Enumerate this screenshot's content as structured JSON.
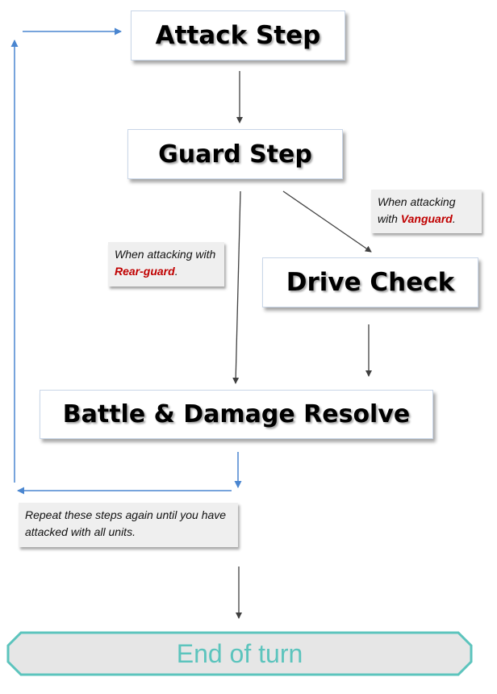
{
  "steps": {
    "attack": "Attack Step",
    "guard": "Guard Step",
    "drive_check": "Drive Check",
    "battle": "Battle & Damage Resolve",
    "end": "End of turn"
  },
  "notes": {
    "vanguard": {
      "prefix": "When attacking with ",
      "highlight": "Vanguard",
      "suffix": "."
    },
    "rearguard": {
      "prefix": "When attacking with ",
      "highlight": "Rear-guard",
      "suffix": "."
    },
    "repeat": "Repeat these steps again until you have attacked with all units."
  },
  "colors": {
    "loop_arrow": "#4a86d0",
    "flow_arrow": "#404040",
    "highlight_text": "#c00000",
    "end_text": "#5cc4bd",
    "end_border": "#5cc4bd",
    "end_fill": "#e6e6e6"
  }
}
